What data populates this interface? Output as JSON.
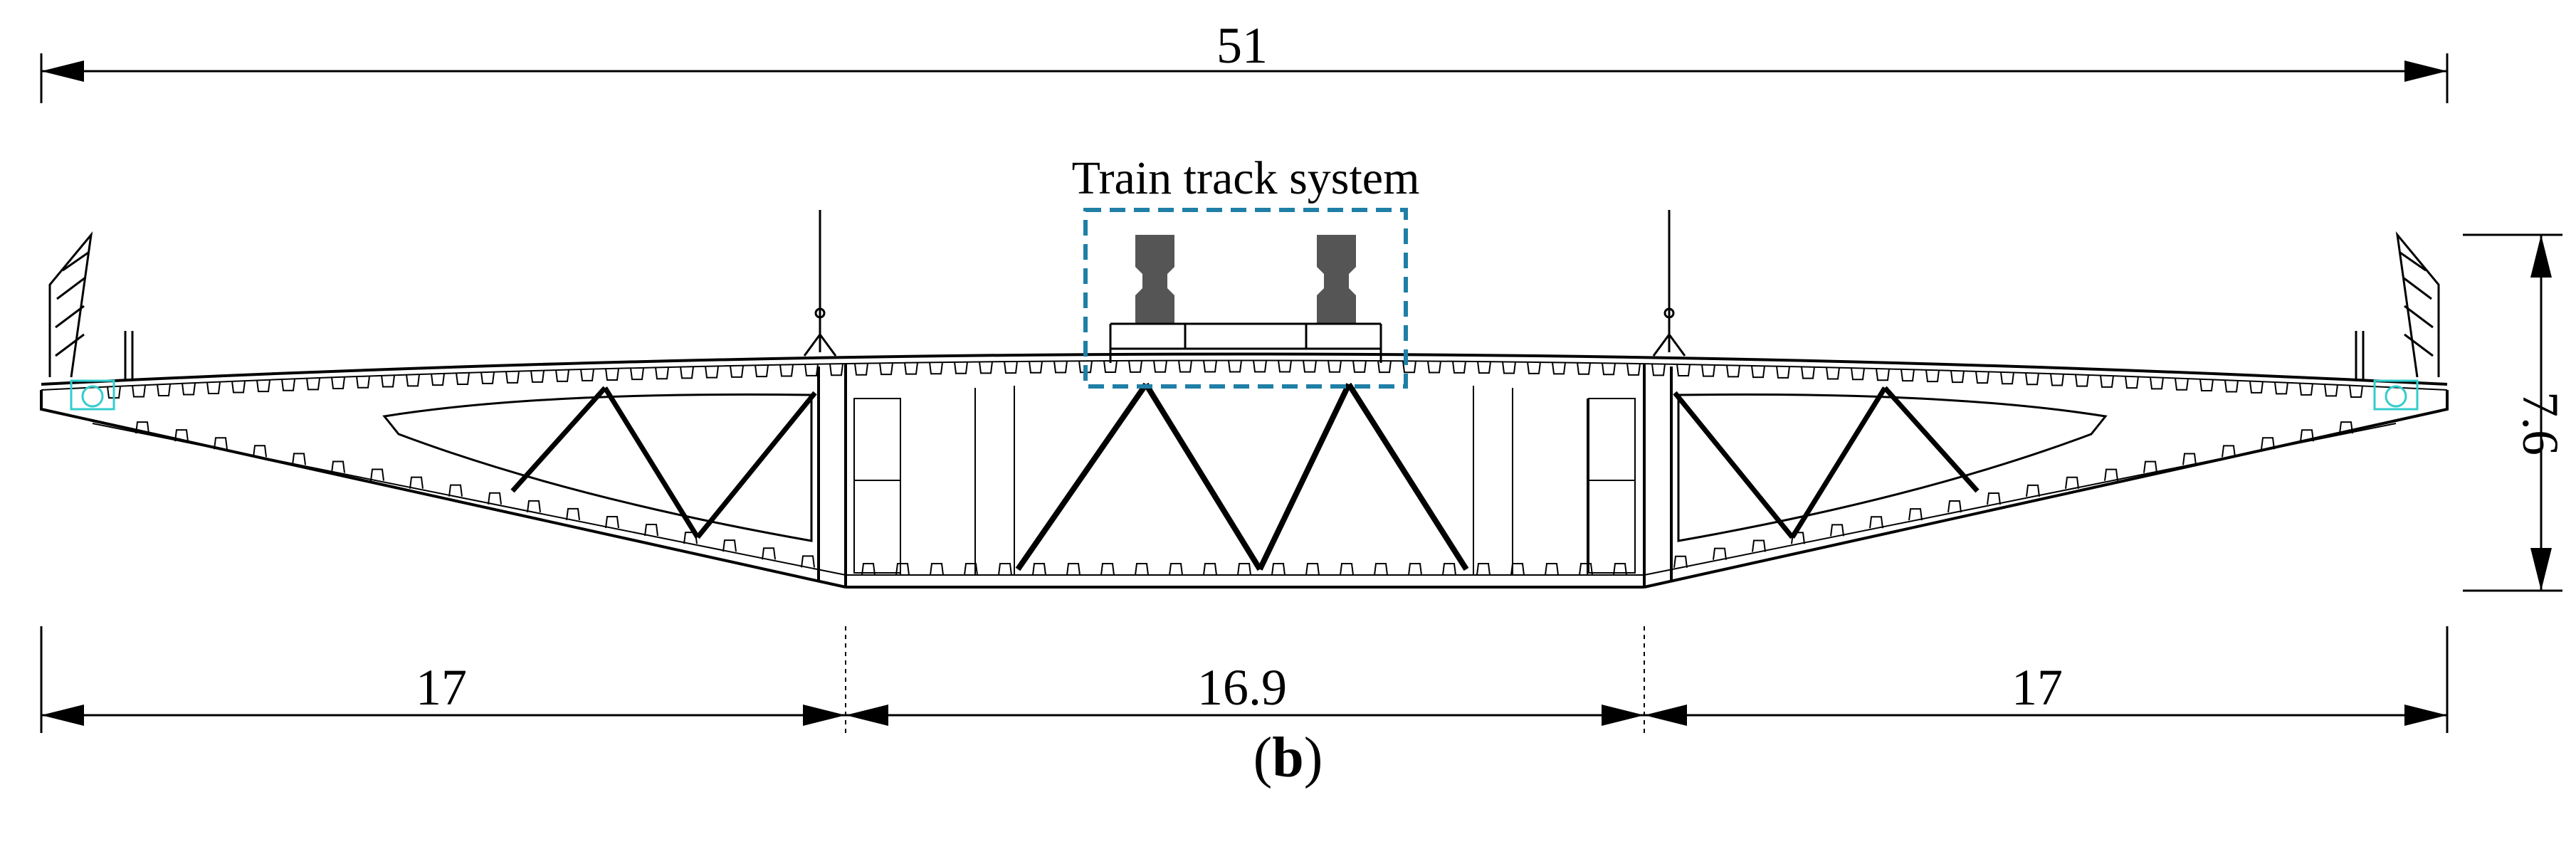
{
  "dimensions": {
    "overall_width": "51",
    "height": "7.6",
    "left_span": "17",
    "middle_span": "16.9",
    "right_span": "17"
  },
  "labels": {
    "track_system": "Train track system"
  },
  "caption": {
    "open": "(",
    "letter": "b",
    "close": ")"
  },
  "colors": {
    "line": "#000000",
    "highlight_box": "#1f7fa6",
    "rail_block": "#555555",
    "drain_pipe": "#33cccc"
  }
}
